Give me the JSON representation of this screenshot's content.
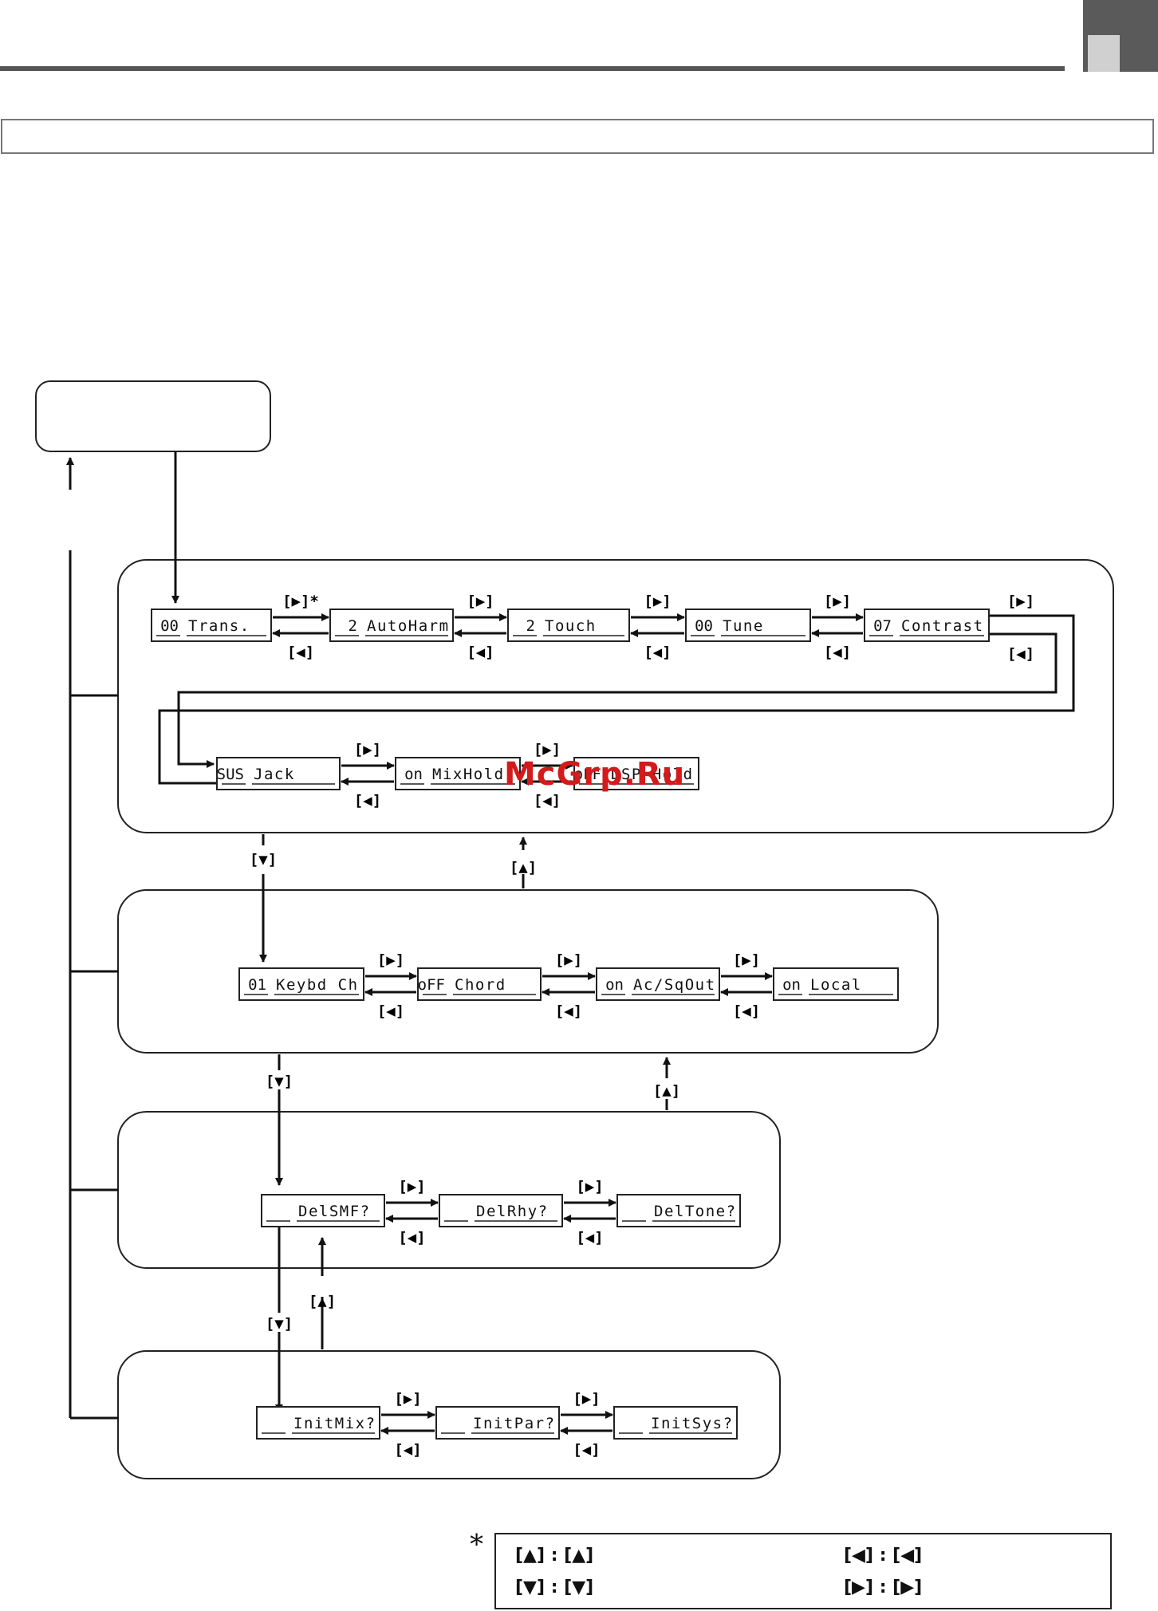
{
  "watermark": "McGrp.Ru",
  "footnote_mark": "∗",
  "diagram": {
    "labels": {
      "right": "[▶]",
      "right_star": "[▶]*",
      "left": "[◀]",
      "up": "[▲]",
      "down": "[▼]"
    },
    "groups": [
      {
        "name": "group-1",
        "screens": [
          {
            "left": "00",
            "right": "Trans."
          },
          {
            "left": "2",
            "right": "AutoHarm"
          },
          {
            "left": "2",
            "right": "Touch"
          },
          {
            "left": "00",
            "right": "Tune"
          },
          {
            "left": "07",
            "right": "Contrast"
          },
          {
            "left": "SUS",
            "right": "Jack"
          },
          {
            "left": "on",
            "right": "MixHold"
          },
          {
            "left": "oFF",
            "right": "DSP Hold"
          }
        ]
      },
      {
        "name": "group-2",
        "screens": [
          {
            "left": "01",
            "right": "Keybd Ch"
          },
          {
            "left": "oFF",
            "right": "Chord"
          },
          {
            "left": "on",
            "right": "Ac/SqOut"
          },
          {
            "left": "on",
            "right": "Local"
          }
        ]
      },
      {
        "name": "group-3",
        "screens": [
          {
            "left": "",
            "right": "DelSMF?"
          },
          {
            "left": "",
            "right": "DelRhy?"
          },
          {
            "left": "",
            "right": "DelTone?"
          }
        ]
      },
      {
        "name": "group-4",
        "screens": [
          {
            "left": "",
            "right": "InitMix?"
          },
          {
            "left": "",
            "right": "InitPar?"
          },
          {
            "left": "",
            "right": "InitSys?"
          }
        ]
      }
    ]
  },
  "legend": {
    "up": "[▲] :  [▲]",
    "down": "[▼] :  [▼]",
    "left": "[◀] :  [◀]",
    "right": "[▶] :  [▶]"
  }
}
